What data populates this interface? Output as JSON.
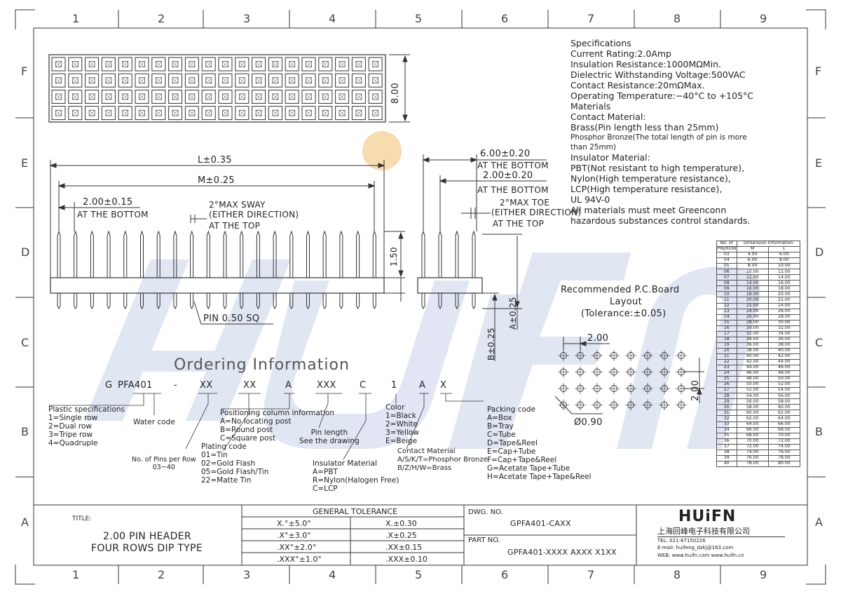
{
  "border": {
    "cols": [
      "1",
      "2",
      "3",
      "4",
      "5",
      "6",
      "7",
      "8",
      "9"
    ],
    "rows": [
      "F",
      "E",
      "D",
      "C",
      "B",
      "A"
    ]
  },
  "specifications": {
    "lines": [
      "Specifications",
      "Current Rating:2.0Amp",
      "Insulation Resistance:1000MΩMin.",
      "Dielectric Withstanding Voltage:500VAC",
      "Contact Resistance:20mΩMax.",
      "Operating Temperature:−40°C to +105°C",
      "Materials",
      "Contact Material:",
      "Brass(Pin length less than 25mm)"
    ],
    "small_lines": [
      "Phosphor Bronze(The total length of pin is more",
      "than 25mm)"
    ],
    "lines2": [
      "Insulator Material:",
      "PBT(Not resistant to high temperature),",
      "Nylon(High temperature resistance),",
      "LCP(High temperature resistance),",
      "UL 94V-0",
      "All materials must meet Greenconn",
      "hazardous substances control standards."
    ]
  },
  "top_view": {
    "dim_height": "8.00"
  },
  "front_view": {
    "dim_L": "L±0.35",
    "dim_M": "M±0.25",
    "dim_pitch": "2.00±0.15",
    "pitch_note": "AT THE BOTTOM",
    "sway_1": "2°MAX SWAY",
    "sway_2": "(EITHER DIRECTION)",
    "sway_3": "AT THE TOP",
    "dim_150": "1.50",
    "pin_sq": "PIN 0.50 SQ"
  },
  "side_view": {
    "dim_600": "6.00±0.20",
    "note_600": "AT THE BOTTOM",
    "dim_200": "2.00±0.20",
    "note_200": "AT THE BOTTOM",
    "toe_1": "2°MAX TOE",
    "toe_2": "(EITHER DIRECTION)",
    "toe_3": "AT THE TOP",
    "dim_A": "A±0.25",
    "dim_B": "B±0.25"
  },
  "pcb": {
    "title_1": "Recommended P.C.Board",
    "title_2": "Layout",
    "title_3": "(Tolerance:±0.05)",
    "dim_pitch_h": "2.00",
    "dim_pitch_v": "2.00",
    "dim_hole": "Ø0.90"
  },
  "ordering": {
    "title": "Ordering Information",
    "code": [
      "G",
      "PFA401",
      "-",
      "XX",
      "XX",
      "A",
      "XXX",
      "C",
      "1",
      "A",
      "X"
    ],
    "plastic": [
      "Plastic specifications",
      "1=Single row",
      "2=Dual row",
      "3=Tripe row",
      "4=Quadruple"
    ],
    "water": "Water code",
    "pins": [
      "No. of Pins per Row",
      "03~40"
    ],
    "plating": [
      "Plating code",
      "01=Tin",
      "02=Gold Flash",
      "05=Gold Flash/Tin",
      "22=Matte Tin"
    ],
    "positioning": [
      "Positioning column information",
      "A=No locating post",
      "B=Round post",
      "C=Square post"
    ],
    "pin_length": [
      "Pin length",
      "See the drawing"
    ],
    "insulator": [
      "Insulator Material",
      "A=PBT",
      "R=Nylon(Halogen Free)",
      "C=LCP"
    ],
    "color": [
      "Color",
      "1=Black",
      "2=White",
      "3=Yellow",
      "E=Beige"
    ],
    "contact": [
      "Contact Material",
      "A/S/K/T=Phosphor Bronze",
      "B/Z/H/W=Brass"
    ],
    "packing": [
      "Packing code",
      "A=Box",
      "B=Tray",
      "C=Tube",
      "D=Tape&Reel",
      "E=Cap+Tube",
      "F=Cap+Tape&Reel",
      "G=Acetate Tape+Tube",
      "H=Acetate Tape+Tape&Reel"
    ]
  },
  "dim_table": {
    "header": [
      "No. of",
      "Dimension Information"
    ],
    "header2": [
      "PIN/ROW",
      "M",
      "L"
    ],
    "rows": [
      [
        "03",
        "4.00",
        "6.00"
      ],
      [
        "04",
        "6.00",
        "8.00"
      ],
      [
        "05",
        "8.00",
        "10.00"
      ],
      [
        "06",
        "10.00",
        "12.00"
      ],
      [
        "07",
        "12.00",
        "14.00"
      ],
      [
        "08",
        "14.00",
        "16.00"
      ],
      [
        "09",
        "16.00",
        "18.00"
      ],
      [
        "10",
        "18.00",
        "20.00"
      ],
      [
        "11",
        "20.00",
        "22.00"
      ],
      [
        "12",
        "22.00",
        "24.00"
      ],
      [
        "13",
        "24.00",
        "26.00"
      ],
      [
        "14",
        "26.00",
        "28.00"
      ],
      [
        "15",
        "28.00",
        "30.00"
      ],
      [
        "16",
        "30.00",
        "32.00"
      ],
      [
        "17",
        "32.00",
        "34.00"
      ],
      [
        "18",
        "34.00",
        "36.00"
      ],
      [
        "19",
        "36.00",
        "38.00"
      ],
      [
        "20",
        "38.00",
        "40.00"
      ],
      [
        "21",
        "40.00",
        "42.00"
      ],
      [
        "22",
        "42.00",
        "44.00"
      ],
      [
        "23",
        "44.00",
        "46.00"
      ],
      [
        "24",
        "46.00",
        "48.00"
      ],
      [
        "25",
        "48.00",
        "50.00"
      ],
      [
        "26",
        "50.00",
        "52.00"
      ],
      [
        "27",
        "52.00",
        "54.00"
      ],
      [
        "28",
        "54.00",
        "56.00"
      ],
      [
        "29",
        "56.00",
        "58.00"
      ],
      [
        "30",
        "58.00",
        "60.00"
      ],
      [
        "31",
        "60.00",
        "62.00"
      ],
      [
        "32",
        "62.00",
        "64.00"
      ],
      [
        "33",
        "64.00",
        "66.00"
      ],
      [
        "34",
        "66.00",
        "68.00"
      ],
      [
        "35",
        "68.00",
        "70.00"
      ],
      [
        "36",
        "70.00",
        "72.00"
      ],
      [
        "37",
        "72.00",
        "74.00"
      ],
      [
        "38",
        "74.00",
        "76.00"
      ],
      [
        "39",
        "76.00",
        "78.00"
      ],
      [
        "40",
        "78.00",
        "80.00"
      ]
    ]
  },
  "title_block": {
    "title_label": "TITLE:",
    "title_1": "2.00 PIN HEADER",
    "title_2": "FOUR ROWS DIP TYPE",
    "tol_header": "GENERAL TOLERANCE",
    "tol_rows": [
      [
        "X.°±5.0°",
        "X.±0.30"
      ],
      [
        ".X°±3.0°",
        ".X±0.25"
      ],
      [
        ".XX°±2.0°",
        ".XX±0.15"
      ],
      [
        ".XXX°±1.0°",
        ".XXX±0.10"
      ]
    ],
    "dwg_label": "DWG. NO.",
    "dwg_no": "GPFA401-CAXX",
    "part_label": "PART NO.",
    "part_no": "GPFA401-XXXX AXXX X1XX",
    "logo": "HUiFN",
    "company": "上海回峰电子科技有限公司",
    "tel": "TEL: 021-67150226",
    "email": "E-mail: huifeng_dzkj@163.com",
    "web": "WEB: www.huifn.com  www.huifn.cn"
  },
  "colors": {
    "line": "#333333",
    "watermark": "#c9d3ec",
    "watermark_orange": "#f6dcae"
  }
}
